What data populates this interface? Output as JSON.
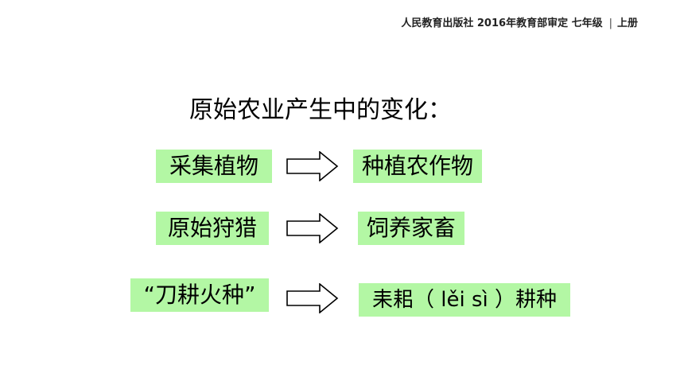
{
  "header": {
    "publisher_text": "人民教育出版社 2016年教育部审定 七年级",
    "separator": "|",
    "volume": "上册"
  },
  "title": "原始农业产生中的变化：",
  "rows": [
    {
      "from": "采集植物",
      "to": "种植农作物"
    },
    {
      "from": "原始狩猎",
      "to": "饲养家畜"
    },
    {
      "from": "“刀耕火种”",
      "to": "耒耜（ lěi sì ）耕种"
    }
  ],
  "colors": {
    "box_fill": "#b3f7a4",
    "arrow_stroke": "#000000"
  },
  "icons": {
    "arrow": "right-arrow-outline-icon"
  }
}
